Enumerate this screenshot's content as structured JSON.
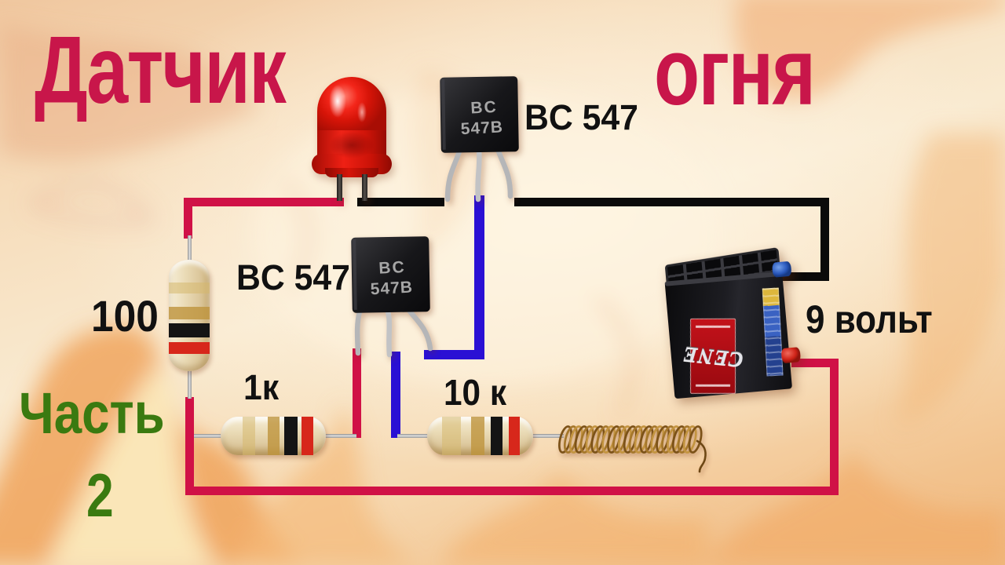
{
  "title": {
    "left": "Датчик",
    "right": "огня"
  },
  "labels": {
    "bc547_top": "BC 547",
    "bc547_bottom": "BC 547",
    "r100": "100",
    "r1k": "1к",
    "r10k": "10 к",
    "battery_voltage": "9 вольт",
    "part_word": "Часть",
    "part_number": "2"
  },
  "prints": {
    "transistor_line1": "BC",
    "transistor_line2": "547B",
    "battery_brand": "CENE"
  },
  "colors": {
    "title_red": "#c8164a",
    "wire_red": "#d01146",
    "wire_blue": "#2a10d4",
    "wire_black": "#0a0a0a",
    "text_green": "#3a7a10",
    "text_black": "#111111"
  }
}
